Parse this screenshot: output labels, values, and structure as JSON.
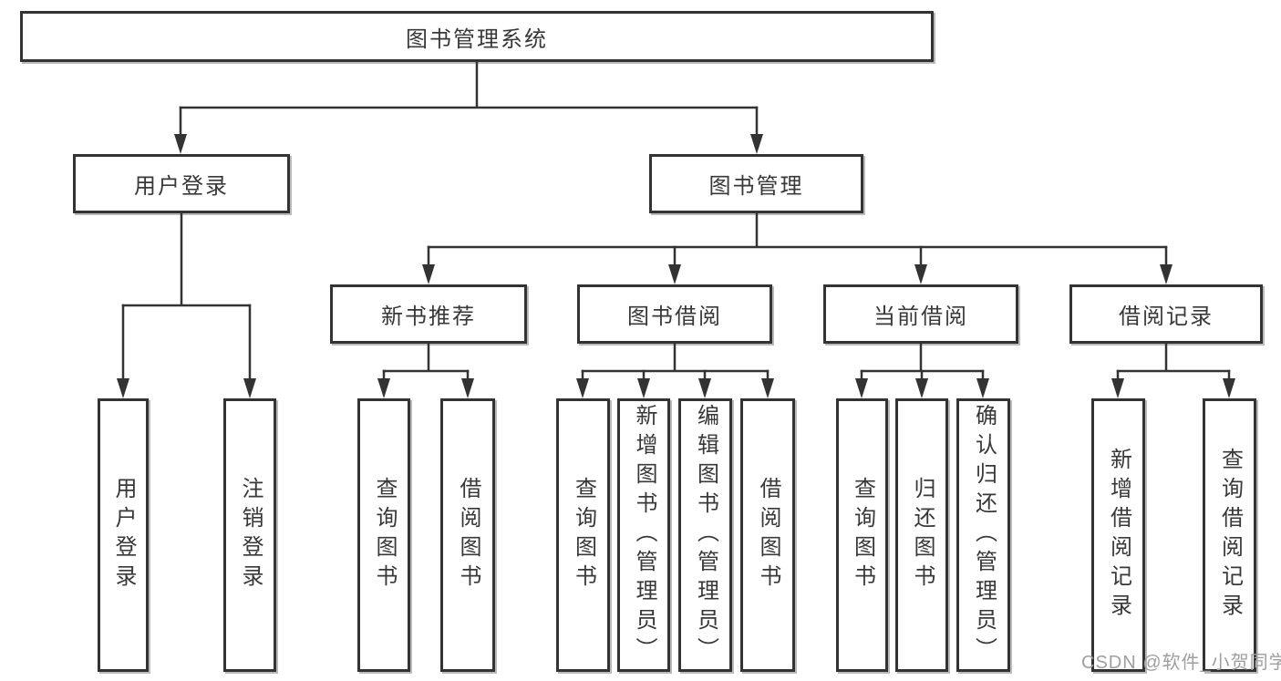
{
  "tree": {
    "root": {
      "label": "图书管理系统"
    },
    "branches": [
      {
        "label": "用户登录",
        "children": [
          {
            "label": "用户登录"
          },
          {
            "label": "注销登录"
          }
        ]
      },
      {
        "label": "图书管理",
        "children": [
          {
            "label": "新书推荐",
            "children": [
              {
                "label": "查询图书"
              },
              {
                "label": "借阅图书"
              }
            ]
          },
          {
            "label": "图书借阅",
            "children": [
              {
                "label": "查询图书"
              },
              {
                "label": "新增图书（管理员）"
              },
              {
                "label": "编辑图书（管理员）"
              },
              {
                "label": "借阅图书"
              }
            ]
          },
          {
            "label": "当前借阅",
            "children": [
              {
                "label": "查询图书"
              },
              {
                "label": "归还图书"
              },
              {
                "label": "确认归还（管理员）"
              }
            ]
          },
          {
            "label": "借阅记录",
            "children": [
              {
                "label": "新增借阅记录"
              },
              {
                "label": "查询借阅记录"
              }
            ]
          }
        ]
      }
    ]
  },
  "watermark": {
    "text": "CSDN @软件_小贺同学"
  },
  "colors": {
    "stroke": "#333333",
    "text": "#383838",
    "watermark": "#9f9f9f",
    "background": "#ffffff"
  }
}
